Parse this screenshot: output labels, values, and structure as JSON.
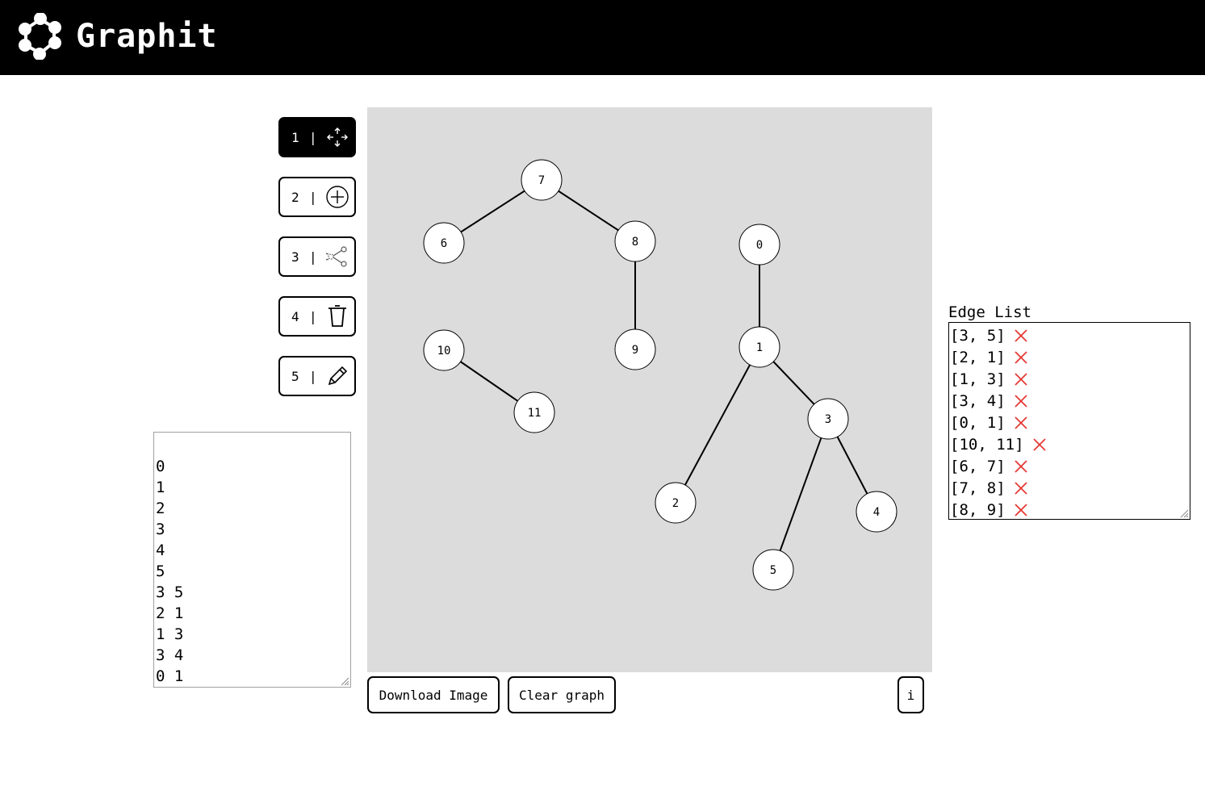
{
  "app": {
    "title": "Graphit"
  },
  "tools": [
    {
      "key": "1",
      "icon": "move-icon",
      "active": true
    },
    {
      "key": "2",
      "icon": "add-node-icon",
      "active": false
    },
    {
      "key": "3",
      "icon": "connect-icon",
      "active": false
    },
    {
      "key": "4",
      "icon": "trash-icon",
      "active": false
    },
    {
      "key": "5",
      "icon": "pencil-icon",
      "active": false
    }
  ],
  "tool_separator": "|",
  "adjacency_text": [
    "0",
    "1",
    "2",
    "3",
    "4",
    "5",
    "3 5",
    "2 1",
    "1 3",
    "3 4",
    "0 1"
  ],
  "graph": {
    "nodes": [
      "0",
      "1",
      "2",
      "3",
      "4",
      "5",
      "6",
      "7",
      "8",
      "9",
      "10",
      "11"
    ],
    "edges": [
      [
        "3",
        "5"
      ],
      [
        "2",
        "1"
      ],
      [
        "1",
        "3"
      ],
      [
        "3",
        "4"
      ],
      [
        "0",
        "1"
      ],
      [
        "10",
        "11"
      ],
      [
        "6",
        "7"
      ],
      [
        "7",
        "8"
      ],
      [
        "8",
        "9"
      ]
    ]
  },
  "buttons": {
    "download": "Download Image",
    "clear": "Clear graph",
    "info": "i"
  },
  "edge_list": {
    "label": "Edge List",
    "items": [
      "[3, 5]",
      "[2, 1]",
      "[1, 3]",
      "[3, 4]",
      "[0, 1]",
      "[10, 11]",
      "[6, 7]",
      "[7, 8]",
      "[8, 9]"
    ]
  },
  "colors": {
    "header_bg": "#000000",
    "canvas_bg": "#dcdcdc",
    "remove_x": "#e53935"
  }
}
